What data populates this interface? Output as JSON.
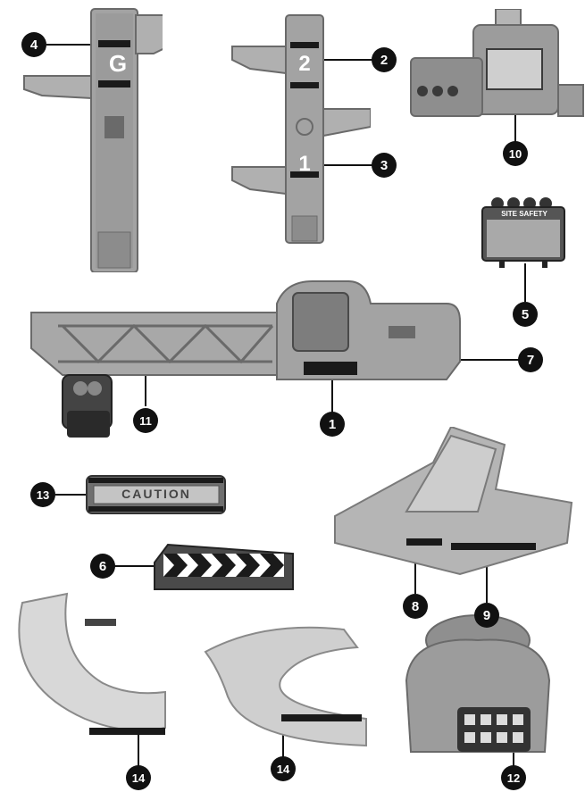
{
  "colors": {
    "plastic_gray": "#9a9a9a",
    "plastic_dark": "#6f6f6f",
    "plastic_light": "#c9c9c9",
    "black": "#1a1a1a",
    "callout": "#111111"
  },
  "labels": {
    "floor_g": "G",
    "floor_2": "2",
    "floor_1": "1",
    "sign_text": "CAUTION",
    "safety_board_title": "SITE SAFETY"
  },
  "callouts": [
    {
      "id": "4",
      "label": "4"
    },
    {
      "id": "2",
      "label": "2"
    },
    {
      "id": "3",
      "label": "3"
    },
    {
      "id": "10",
      "label": "10"
    },
    {
      "id": "5",
      "label": "5"
    },
    {
      "id": "7",
      "label": "7"
    },
    {
      "id": "11",
      "label": "11"
    },
    {
      "id": "1",
      "label": "1"
    },
    {
      "id": "13",
      "label": "13"
    },
    {
      "id": "6",
      "label": "6"
    },
    {
      "id": "8",
      "label": "8"
    },
    {
      "id": "9",
      "label": "9"
    },
    {
      "id": "14a",
      "label": "14"
    },
    {
      "id": "14b",
      "label": "14"
    },
    {
      "id": "12",
      "label": "12"
    }
  ]
}
